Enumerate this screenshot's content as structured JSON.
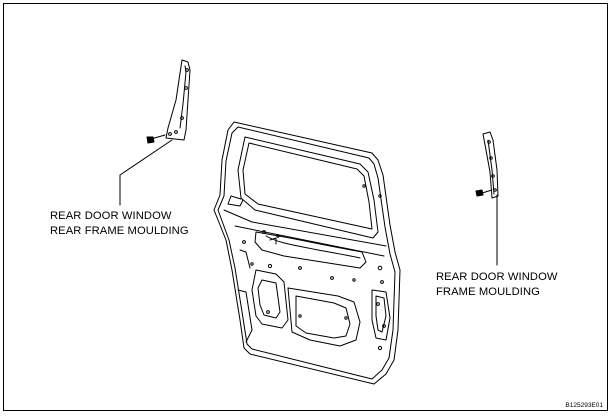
{
  "labels": {
    "left_line1": "REAR DOOR WINDOW",
    "left_line2": "REAR FRAME MOULDING",
    "right_line1": "REAR DOOR WINDOW",
    "right_line2": "FRAME MOULDING"
  },
  "figure_code": "B125293E01"
}
